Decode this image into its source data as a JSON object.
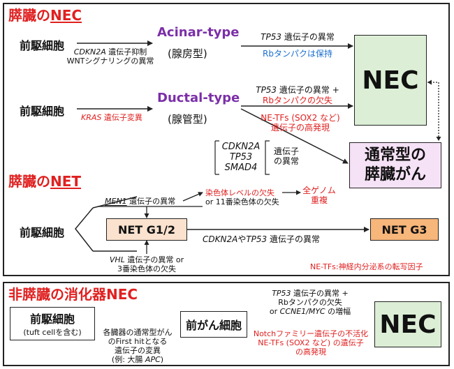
{
  "panc_nec": {
    "title_prefix": "膵臓の",
    "title_key": "NEC",
    "precursor_top": "前駆細胞",
    "acinar_label": "Acinar-type",
    "acinar_jp": "(腺房型)",
    "acinar_mut_gene": "CDKN2A",
    "acinar_mut_line1": " 遺伝子抑制",
    "acinar_mut_line2": "WNTシグナリングの異常",
    "acinar_out_gene": "TP53",
    "acinar_out_text": " 遺伝子の異常",
    "acinar_out_rb": "Rbタンパクは保持",
    "precursor_mid": "前駆細胞",
    "ductal_label": "Ductal-type",
    "ductal_jp": "(腺管型)",
    "kras_gene": "KRAS",
    "kras_text": " 遺伝子変異",
    "ductal_out_gene": "TP53",
    "ductal_out_text": " 遺伝子の異常 +",
    "ductal_out_rb": "Rbタンパクの欠失",
    "ductal_netf1": "NE-TFs (SOX2 など)",
    "ductal_netf2": "遺伝子の高発現",
    "cdkn_genes": [
      "CDKN2A",
      "TP53",
      "SMAD4"
    ],
    "cdkn_label1": "遺伝子",
    "cdkn_label2": "の異常",
    "nec_box": "NEC",
    "pdac_box1": "通常型の",
    "pdac_box2": "膵臓がん"
  },
  "panc_net": {
    "title_prefix": "膵臓の",
    "title_key": "NET",
    "precursor": "前駆細胞",
    "men1_gene": "MEN1",
    "men1_text": " 遺伝子の異常",
    "chrom1": "染色体レベルの欠失",
    "chrom2": "or 11番染色体の欠失",
    "genome1": "全ゲノム",
    "genome2": "重複",
    "g12_box": "NET G1/2",
    "vhl_gene": "VHL",
    "vhl_text": " 遺伝子の異常 or",
    "vhl_text2": "3番染色体の欠失",
    "g3_gene1": "CDKN2A",
    "g3_mid": "や",
    "g3_gene2": "TP53",
    "g3_text": " 遺伝子の異常",
    "g3_box": "NET G3",
    "footnote": "NE-TFs:神経内分泌系の転写因子"
  },
  "gi_nec": {
    "title": "非膵臓の消化器NEC",
    "precursor1": "前駆細胞",
    "precursor2": "(tuft cellを含む)",
    "hit1": "各臓器の通常型がん",
    "hit2": "のFirst hitとなる",
    "hit3": "遺伝子の変異",
    "hit4_prefix": "(例: 大腸 ",
    "hit4_gene": "APC",
    "hit4_suffix": ")",
    "precancer": "前がん細胞",
    "top_gene": "TP53",
    "top_text": " 遺伝子の異常 +",
    "top_rb": "Rbタンパクの欠失",
    "top_or": "or ",
    "top_ccne": "CCNE1/MYC",
    "top_amp": " の増幅",
    "bot1": "Notchファミリー遺伝子の不活化",
    "bot2": "NE-TFs (SOX2 など) の遺伝子",
    "bot3": "の高発現",
    "nec_box": "NEC"
  },
  "colors": {
    "red": "#e02020",
    "purple": "#7b2fa8",
    "blue": "#1b6fd1",
    "nec_green": "#dcefd6",
    "pink": "#f6e2f6",
    "peach": "#fbe2cf",
    "orange": "#f7b67a"
  }
}
